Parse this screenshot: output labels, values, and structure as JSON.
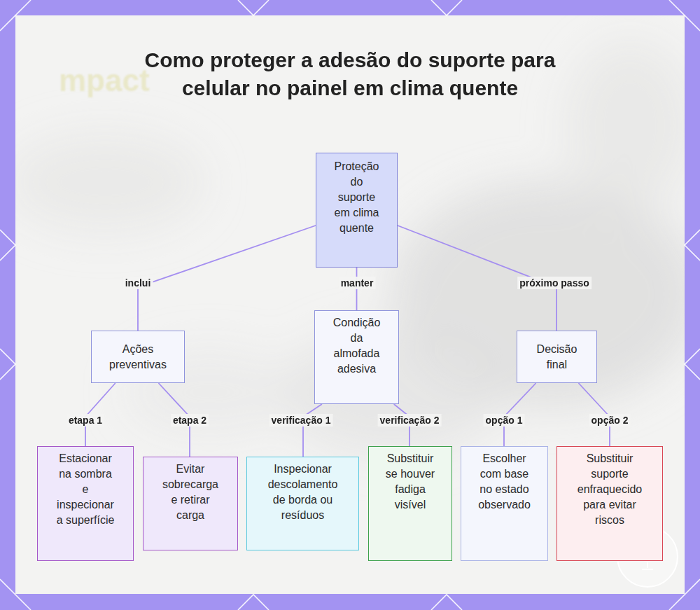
{
  "diagram": {
    "title": "Como proteger a adesão do suporte para celular no painel em clima quente",
    "nodes": [
      {
        "text": [
          "Proteção do suporte em clima quente"
        ]
      },
      {
        "text": [
          "Ações preventivas"
        ]
      },
      {
        "text": [
          "Condição da almofada adesiva"
        ]
      },
      {
        "text": [
          "Decisão final"
        ]
      },
      {
        "text": [
          "Estacionar na sombra e inspecionar a superfície"
        ]
      },
      {
        "text": [
          "Evitar sobrecarga e retirar carga"
        ]
      },
      {
        "text": [
          "Inspecionar descolamento de borda ou resíduos"
        ]
      },
      {
        "text": [
          "Substituir se houver fadiga visível"
        ]
      },
      {
        "text": [
          "Escolher com base no estado observado"
        ]
      },
      {
        "text": [
          "Substituir suporte enfraquecido para evitar riscos"
        ]
      }
    ],
    "edges": [
      {
        "from": 0,
        "to": 1,
        "label": "inclui",
        "arrow": "none"
      },
      {
        "from": 0,
        "to": 2,
        "label": "manter",
        "arrow": "none"
      },
      {
        "from": 0,
        "to": 3,
        "label": "próximo passo",
        "arrow": "none"
      },
      {
        "from": 1,
        "to": 4,
        "label": "etapa 1",
        "arrow": "none"
      },
      {
        "from": 1,
        "to": 5,
        "label": "etapa 2",
        "arrow": "none"
      },
      {
        "from": 2,
        "to": 6,
        "label": "verificação 1",
        "arrow": "none"
      },
      {
        "from": 2,
        "to": 7,
        "label": "verificação 2",
        "arrow": "none"
      },
      {
        "from": 3,
        "to": 8,
        "label": "opção 1",
        "arrow": "none"
      },
      {
        "from": 3,
        "to": 9,
        "label": "opção 2",
        "arrow": "none"
      }
    ],
    "labels": [
      "mpact"
    ]
  }
}
